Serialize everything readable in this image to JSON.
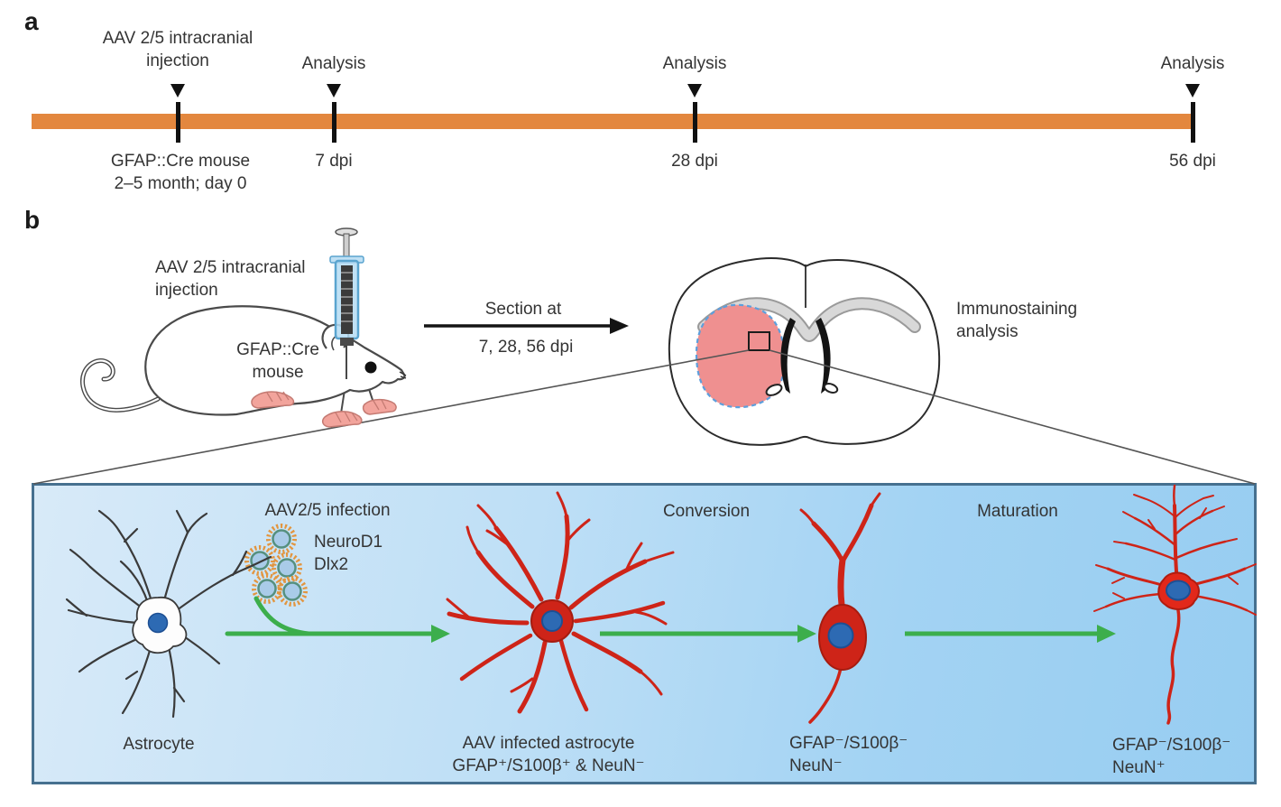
{
  "figure": {
    "panel_a": {
      "label": "a",
      "events": [
        {
          "above": "AAV 2/5 intracranial\ninjection",
          "below": "GFAP::Cre mouse\n2–5 month; day 0"
        },
        {
          "above": "Analysis",
          "below": "7 dpi"
        },
        {
          "above": "Analysis",
          "below": "28 dpi"
        },
        {
          "above": "Analysis",
          "below": "56 dpi"
        }
      ]
    },
    "panel_b": {
      "label": "b",
      "injection_label": "AAV 2/5 intracranial\ninjection",
      "mouse_label": "GFAP::Cre\nmouse",
      "section_top": "Section at",
      "section_bottom": "7, 28, 56 dpi",
      "immunostaining": "Immunostaining\nanalysis",
      "infection_title": "AAV2/5 infection",
      "virus_factors": "NeuroD1\nDlx2",
      "conversion": "Conversion",
      "maturation": "Maturation",
      "captions": {
        "astrocyte": "Astrocyte",
        "infected": "AAV infected astrocyte\nGFAP⁺/S100β⁺ & NeuN⁻",
        "converting": "GFAP⁻/S100β⁻\nNeuN⁻",
        "mature": "GFAP⁻/S100β⁻\nNeuN⁺"
      }
    },
    "colors": {
      "timeline_orange": "#e3873e",
      "box_border_blue": "#46708f",
      "box_bg_light": "#d8eaf8",
      "box_bg_deep": "#97cdf1",
      "arrow_green": "#3cae4c",
      "cell_red": "#ce2418",
      "nucleus_blue": "#2d6ab3",
      "injection_site_pink": "#ef9090",
      "virus_capsid_orange": "#e2953f"
    }
  }
}
